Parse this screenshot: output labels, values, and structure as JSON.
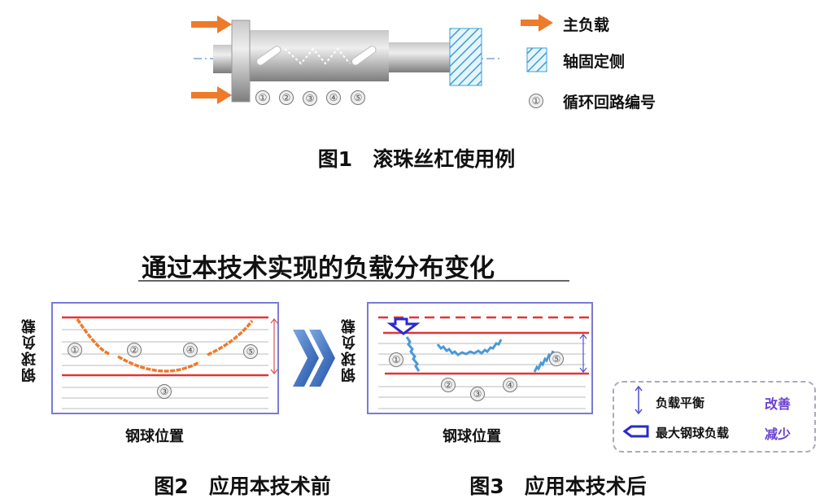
{
  "figure1": {
    "legend": {
      "main_load": "主负载",
      "fixed_side": "轴固定侧",
      "circuit_number": "循环回路编号",
      "circuit_symbol": "①"
    },
    "circuits": [
      "①",
      "②",
      "③",
      "④",
      "⑤"
    ],
    "caption": "图1　滚珠丝杠使用例"
  },
  "title": "通过本技术实现的负载分布变化",
  "figure2": {
    "ylabel": "钢球负载",
    "xlabel": "钢球位置",
    "caption": "图2　应用本技术前",
    "labels": [
      "①",
      "②",
      "③",
      "④",
      "⑤"
    ]
  },
  "figure3": {
    "ylabel": "钢球负载",
    "xlabel": "钢球位置",
    "caption": "图3　应用本技术后",
    "labels": [
      "①",
      "②",
      "③",
      "④",
      "⑤"
    ]
  },
  "legend2": {
    "balance": "负载平衡",
    "balance_result": "改善",
    "max_load": "最大钢球负载",
    "max_load_result": "减少"
  },
  "colors": {
    "orange": "#ee7a2b",
    "red": "#e53333",
    "blue": "#2a2acc",
    "purple": "#6a3fd0",
    "wave": "#4a9ad8"
  }
}
